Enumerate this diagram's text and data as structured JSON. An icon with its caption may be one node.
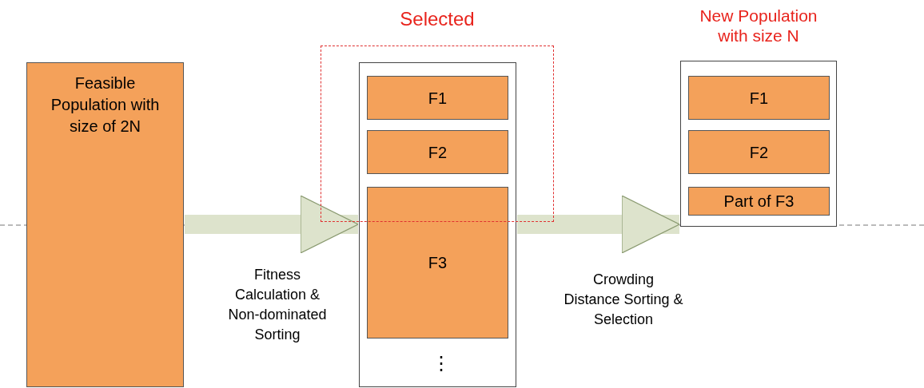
{
  "diagram": {
    "nodes": [
      {
        "text": [
          "Feasible Population with size of 2N"
        ]
      },
      {
        "text": [],
        "shape": "box"
      },
      {
        "text": [
          "F1"
        ]
      },
      {
        "text": [
          "F2"
        ]
      },
      {
        "text": [
          "F3"
        ],
        "in": 1
      },
      {
        "text": [
          "Selected"
        ]
      },
      {
        "text": [
          "New Population with size N"
        ]
      },
      {
        "text": [
          "F1"
        ],
        "in": 6
      },
      {
        "text": [
          "F2"
        ],
        "in": 6
      },
      {
        "text": [
          "Part of F3"
        ],
        "in": 6
      }
    ],
    "edges": [
      {
        "from": 0,
        "to": 1,
        "arrow": "to",
        "label": "Fitness Calculation & Non-dominated Sorting"
      },
      {
        "from": 1,
        "to": 6,
        "arrow": "to",
        "label": "Crowding Distance Sorting & Selection"
      }
    ],
    "labels": [
      "⋮"
    ]
  }
}
